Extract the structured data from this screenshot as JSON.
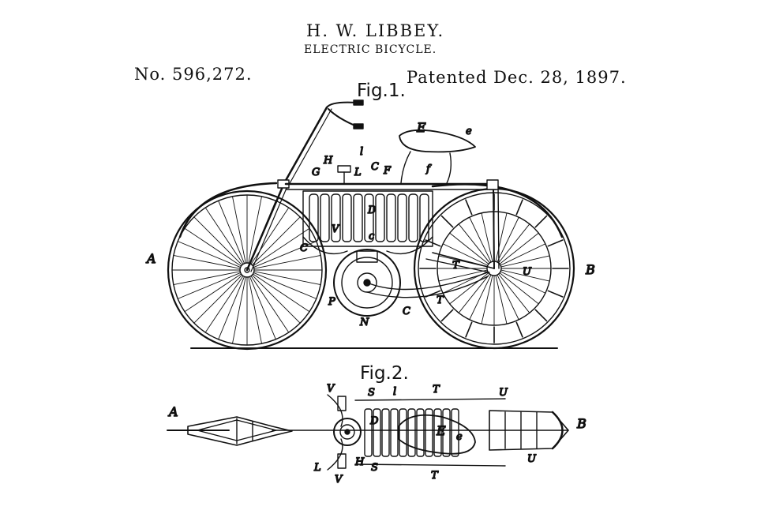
{
  "header": {
    "inventor": "H. W. LIBBEY.",
    "title": "ELECTRIC BICYCLE.",
    "patent_number": "No. 596,272.",
    "patent_date": "Patented Dec. 28, 1897."
  },
  "figures": {
    "fig1_label": "Fig.1.",
    "fig2_label": "Fig.2."
  },
  "fig1_refs": {
    "A": "A",
    "B": "B",
    "C_front": "C",
    "C_top": "C",
    "C_bottom": "C",
    "D": "D",
    "c": "c",
    "E": "E",
    "e": "e",
    "f": "f",
    "F": "F",
    "G": "G",
    "H": "H",
    "l": "l",
    "L": "L",
    "V": "V",
    "P": "P",
    "N": "N",
    "T": "T",
    "U": "U",
    "T_lower": "T"
  },
  "fig2_refs": {
    "A": "A",
    "B": "B",
    "V_top": "V",
    "V_bottom": "V",
    "S_top": "S",
    "S_bottom": "S",
    "l": "l",
    "D": "D",
    "T_top": "T",
    "T_bottom": "T",
    "U_top": "U",
    "U_bottom": "U",
    "E": "E",
    "e": "e",
    "L": "L",
    "H": "H"
  }
}
